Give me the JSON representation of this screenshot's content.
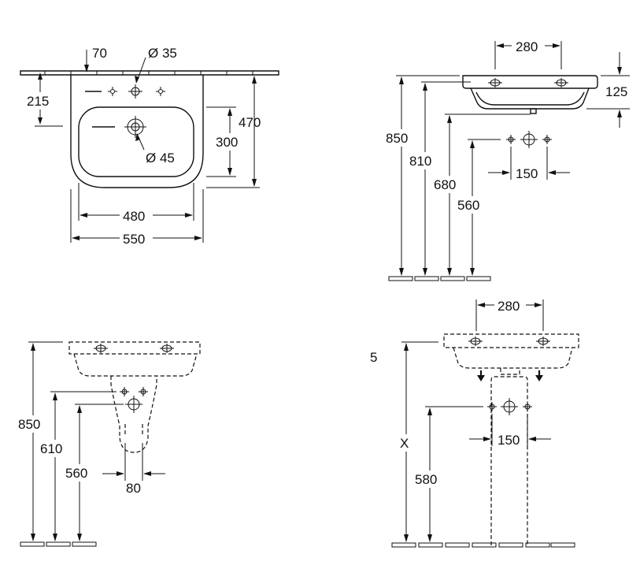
{
  "views": {
    "top": {
      "dim_70": "70",
      "dim_d35": "Ø 35",
      "dim_215": "215",
      "dim_470": "470",
      "dim_300": "300",
      "dim_d45": "Ø 45",
      "dim_480": "480",
      "dim_550": "550"
    },
    "wall": {
      "dim_280": "280",
      "dim_125": "125",
      "dim_850": "850",
      "dim_810": "810",
      "dim_680": "680",
      "dim_560": "560",
      "dim_150": "150"
    },
    "semi_pedestal": {
      "dim_850": "850",
      "dim_610": "610",
      "dim_560": "560",
      "dim_80": "80"
    },
    "full_pedestal": {
      "dim_280": "280",
      "dim_5": "5",
      "dim_x": "X",
      "dim_150": "150",
      "dim_580": "580"
    }
  }
}
